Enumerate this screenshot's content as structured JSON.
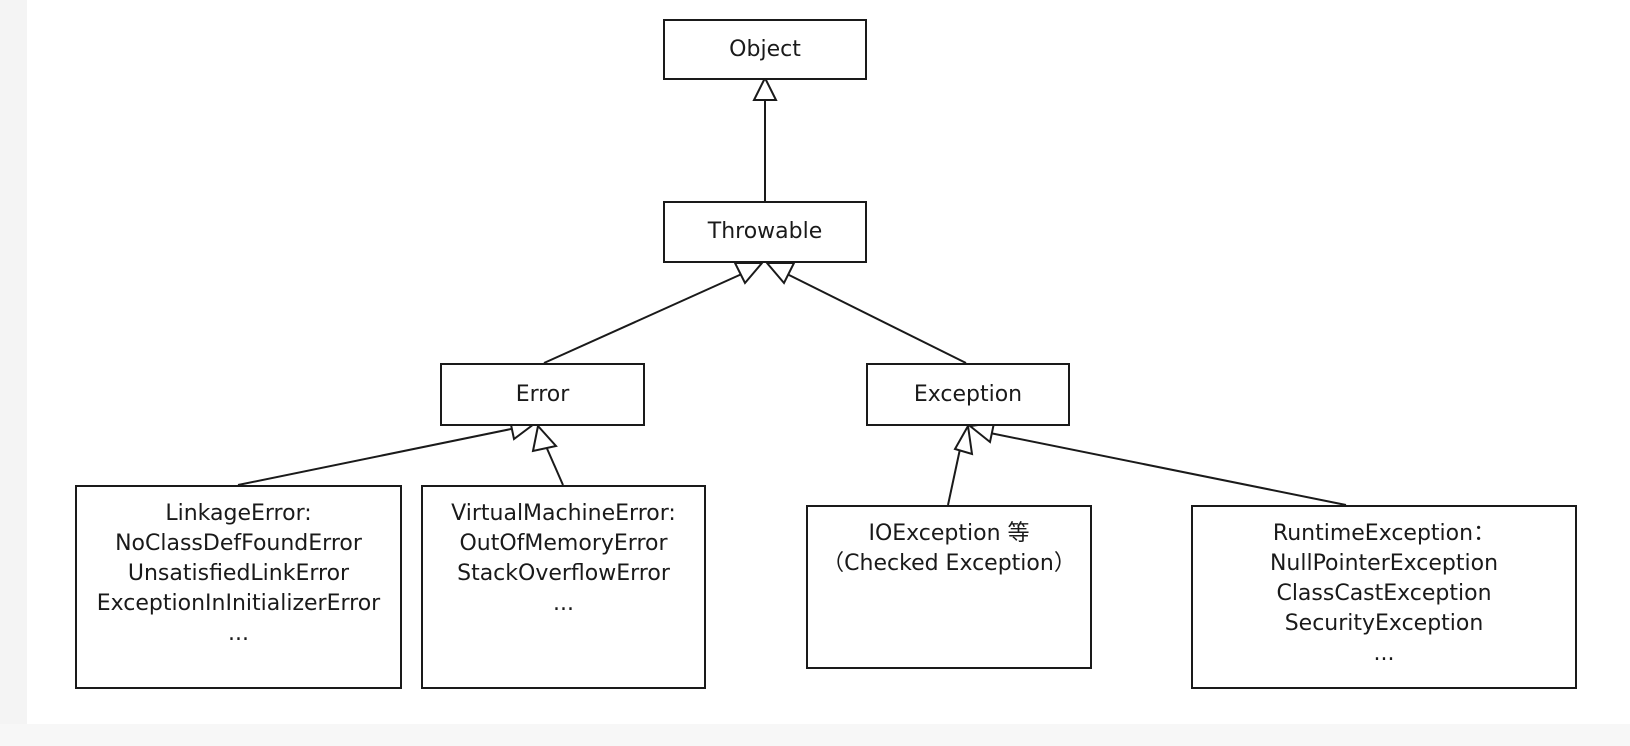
{
  "nodes": {
    "object": {
      "label": "Object"
    },
    "throwable": {
      "label": "Throwable"
    },
    "error": {
      "label": "Error"
    },
    "exception": {
      "label": "Exception"
    },
    "linkage_error": {
      "lines": [
        "LinkageError:",
        "NoClassDefFoundError",
        "UnsatisfiedLinkError",
        "ExceptionInInitializerError",
        "..."
      ]
    },
    "vm_error": {
      "lines": [
        "VirtualMachineError:",
        "OutOfMemoryError",
        "StackOverflowError",
        "..."
      ]
    },
    "io_exception": {
      "lines": [
        "IOException 等",
        "（Checked Exception）"
      ]
    },
    "runtime_exception": {
      "lines": [
        "RuntimeException：",
        "NullPointerException",
        "ClassCastException",
        "SecurityException",
        "..."
      ]
    }
  },
  "edges": [
    {
      "from": "throwable",
      "to": "object",
      "type": "inheritance"
    },
    {
      "from": "error",
      "to": "throwable",
      "type": "inheritance"
    },
    {
      "from": "exception",
      "to": "throwable",
      "type": "inheritance"
    },
    {
      "from": "linkage_error",
      "to": "error",
      "type": "inheritance"
    },
    {
      "from": "vm_error",
      "to": "error",
      "type": "inheritance"
    },
    {
      "from": "io_exception",
      "to": "exception",
      "type": "inheritance"
    },
    {
      "from": "runtime_exception",
      "to": "exception",
      "type": "inheritance"
    }
  ],
  "colors": {
    "stroke": "#1a1a1a",
    "background": "#ffffff"
  }
}
